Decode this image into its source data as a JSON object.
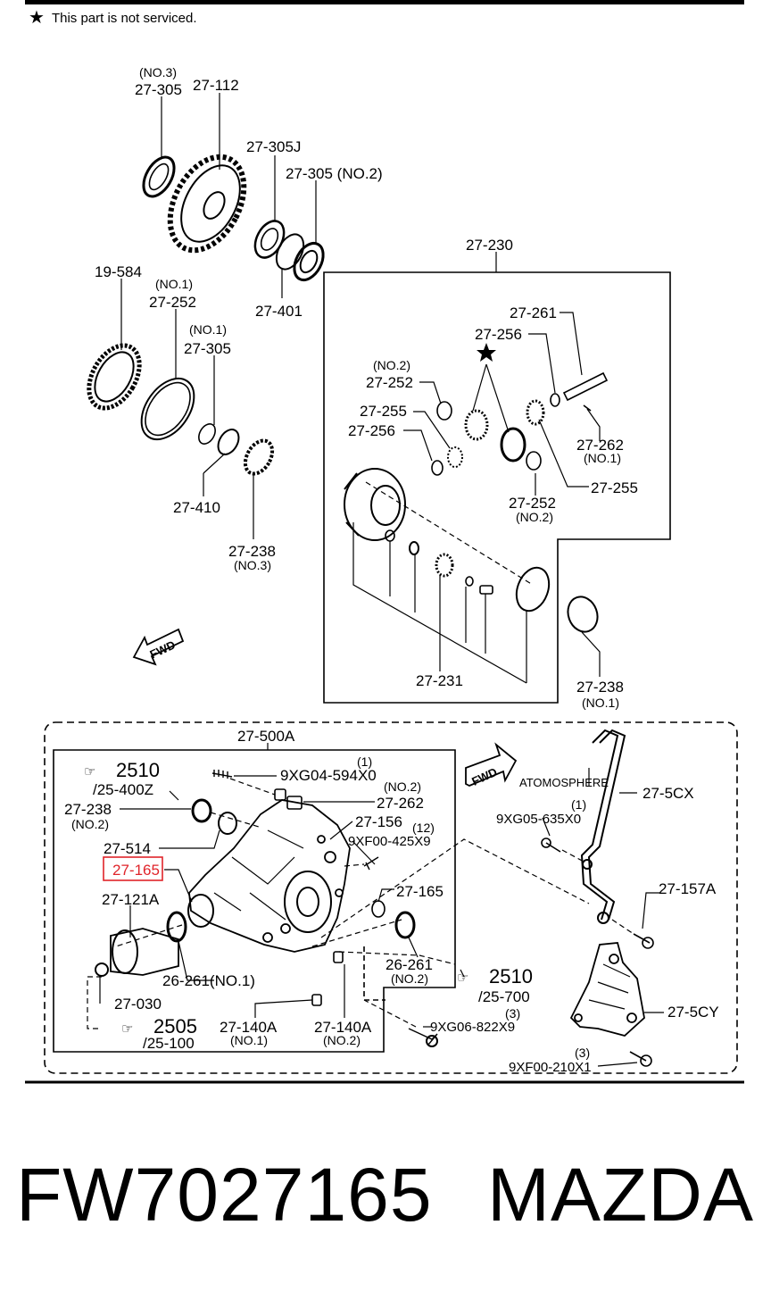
{
  "note": {
    "icon": "star-icon",
    "text": "This part is not serviced."
  },
  "labels": {
    "l_305_no3_q": "(NO.3)",
    "l_305_no3": "27-305",
    "l_112": "27-112",
    "l_305j": "27-305J",
    "l_305_no2": "27-305 (NO.2)",
    "l_401": "27-401",
    "l_230": "27-230",
    "l_584": "19-584",
    "l_252_no1_q": "(NO.1)",
    "l_252_no1": "27-252",
    "l_305_no1_q": "(NO.1)",
    "l_305_no1": "27-305",
    "l_410": "27-410",
    "l_238_no3": "27-238",
    "l_238_no3_q": "(NO.3)",
    "l_261": "27-261",
    "l_256a": "27-256",
    "l_252_no2a_q": "(NO.2)",
    "l_252_no2a": "27-252",
    "l_255a": "27-255",
    "l_256b": "27-256",
    "l_262_no1": "27-262",
    "l_262_no1_q": "(NO.1)",
    "l_255b": "27-255",
    "l_252_no2b": "27-252",
    "l_252_no2b_q": "(NO.2)",
    "l_231": "27-231",
    "l_238_no1": "27-238",
    "l_238_no1_q": "(NO.1)",
    "fwd1": "FWD",
    "fwd2": "FWD",
    "l_500a": "27-500A",
    "l_2510a": "2510",
    "l_2510a_sub": "/25-400Z",
    "l_xg04_q": "(1)",
    "l_xg04": "9XG04-594X0",
    "l_262_no2_q": "(NO.2)",
    "l_262_no2": "27-262",
    "l_238_no2": "27-238",
    "l_238_no2_q": "(NO.2)",
    "l_156": "27-156",
    "l_xf00_q": "(12)",
    "l_xf00": "9XF00-425X9",
    "l_514": "27-514",
    "l_165_hl": "27-165",
    "l_165b": "27-165",
    "l_121a": "27-121A",
    "l_261_no1": "26-261(NO.1)",
    "l_261_no2": "26-261",
    "l_261_no2_q": "(NO.2)",
    "l_030": "27-030",
    "l_2505": "2505",
    "l_2505_sub": "/25-100",
    "l_140a_no1": "27-140A",
    "l_140a_no1_q": "(NO.1)",
    "l_140a_no2": "27-140A",
    "l_140a_no2_q": "(NO.2)",
    "l_2510b": "2510",
    "l_2510b_sub": "/25-700",
    "l_xg06_q": "(3)",
    "l_xg06": "9XG06-822X9",
    "l_atmos": "ATOMOSPHERE",
    "l_5cx": "27-5CX",
    "l_xg05_q": "(1)",
    "l_xg05": "9XG05-635X0",
    "l_157a": "27-157A",
    "l_5cy": "27-5CY",
    "l_xf00_210_q": "(3)",
    "l_xf00_210": "9XF00-210X1"
  },
  "footer": {
    "part_number": "FW7027165",
    "brand": "MAZDA"
  },
  "highlight_color": "#e0242a"
}
